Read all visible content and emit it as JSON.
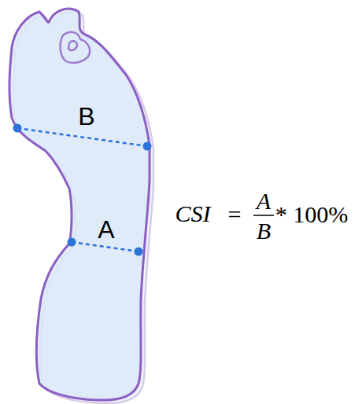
{
  "diagram": {
    "labels": [
      "B",
      "A",
      "CSI",
      "=",
      "A",
      "B",
      "* 100%"
    ]
  }
}
